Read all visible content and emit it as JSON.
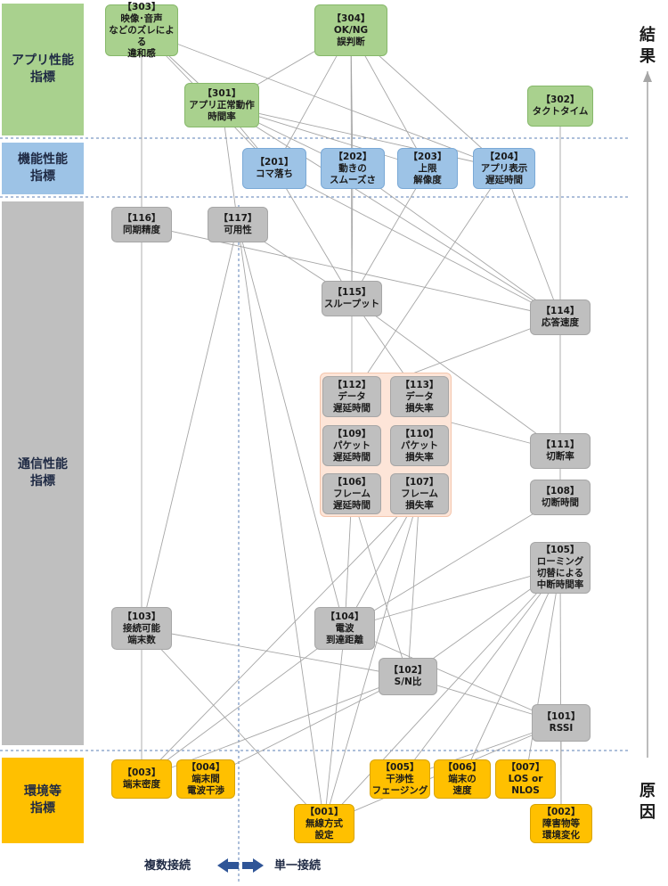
{
  "bands": {
    "app": "アプリ性能\n指標",
    "func": "機能性能\n指標",
    "comm": "通信性能\n指標",
    "env": "環境等\n指標"
  },
  "axis": {
    "top": "結\n果",
    "bottom": "原\n因"
  },
  "legend": {
    "multi": "複数接続",
    "single": "単一接続"
  },
  "nodes": {
    "n303": "【303】\n映像･音声\nなどのズレによる\n違和感",
    "n304": "【304】\nOK/NG\n誤判断",
    "n301": "【301】\nアプリ正常動作\n時間率",
    "n302": "【302】\nタクトタイム",
    "n201": "【201】\nコマ落ち",
    "n202": "【202】\n動きの\nスムーズさ",
    "n203": "【203】\n上限\n解像度",
    "n204": "【204】\nアプリ表示\n遅延時間",
    "n116": "【116】\n同期精度",
    "n117": "【117】\n可用性",
    "n115": "【115】\nスループット",
    "n114": "【114】\n応答速度",
    "n112": "【112】\nデータ\n遅延時間",
    "n113": "【113】\nデータ\n損失率",
    "n109": "【109】\nパケット\n遅延時間",
    "n110": "【110】\nパケット\n損失率",
    "n106": "【106】\nフレーム\n遅延時間",
    "n107": "【107】\nフレーム\n損失率",
    "n111": "【111】\n切断率",
    "n108": "【108】\n切断時間",
    "n105": "【105】\nローミング\n切替による\n中断時間率",
    "n103": "【103】\n接続可能\n端末数",
    "n104": "【104】\n電波\n到達距離",
    "n102": "【102】\nS/N比",
    "n101": "【101】\nRSSI",
    "n003": "【003】\n端末密度",
    "n004": "【004】\n端末間\n電波干渉",
    "n005": "【005】\n干渉性\nフェージング",
    "n006": "【006】\n端末の\n速度",
    "n007": "【007】\nLOS or\nNLOS",
    "n001": "【001】\n無線方式\n設定",
    "n002": "【002】\n障害物等\n環境変化"
  },
  "colors": {
    "app": "#a9d18e",
    "func": "#9dc3e6",
    "comm": "#bfbfbf",
    "env": "#ffc000",
    "group": "#fde5d8",
    "line": "#a6a6a6",
    "arrow": "#2f5597"
  },
  "edges": [
    [
      "n303",
      "n301"
    ],
    [
      "n303",
      "n201"
    ],
    [
      "n303",
      "n116"
    ],
    [
      "n303",
      "n204"
    ],
    [
      "n304",
      "n301"
    ],
    [
      "n304",
      "n201"
    ],
    [
      "n304",
      "n202"
    ],
    [
      "n304",
      "n203"
    ],
    [
      "n304",
      "n204"
    ],
    [
      "n304",
      "n115"
    ],
    [
      "n301",
      "n201"
    ],
    [
      "n301",
      "n202"
    ],
    [
      "n301",
      "n203"
    ],
    [
      "n301",
      "n204"
    ],
    [
      "n301",
      "n117"
    ],
    [
      "n301",
      "n114"
    ],
    [
      "n302",
      "n114"
    ],
    [
      "n201",
      "n115"
    ],
    [
      "n201",
      "n114"
    ],
    [
      "n202",
      "n115"
    ],
    [
      "n202",
      "n114"
    ],
    [
      "n203",
      "n115"
    ],
    [
      "n204",
      "n112"
    ],
    [
      "n204",
      "n114"
    ],
    [
      "n116",
      "n114"
    ],
    [
      "n116",
      "n103"
    ],
    [
      "n117",
      "n115"
    ],
    [
      "n117",
      "n103"
    ],
    [
      "n117",
      "n104"
    ],
    [
      "n117",
      "n001"
    ],
    [
      "n115",
      "n113"
    ],
    [
      "n115",
      "n112"
    ],
    [
      "n115",
      "n111"
    ],
    [
      "n114",
      "n112"
    ],
    [
      "n114",
      "n111"
    ],
    [
      "n112",
      "n111"
    ],
    [
      "n111",
      "n108"
    ],
    [
      "n108",
      "n104"
    ],
    [
      "n105",
      "n104"
    ],
    [
      "n105",
      "n102"
    ],
    [
      "n105",
      "n001"
    ],
    [
      "n105",
      "n002"
    ],
    [
      "n105",
      "n007"
    ],
    [
      "n105",
      "n006"
    ],
    [
      "n105",
      "n005"
    ],
    [
      "n106",
      "n104"
    ],
    [
      "n106",
      "n102"
    ],
    [
      "n107",
      "n104"
    ],
    [
      "n107",
      "n102"
    ],
    [
      "n107",
      "n001"
    ],
    [
      "n107",
      "n003"
    ],
    [
      "n103",
      "n102"
    ],
    [
      "n103",
      "n003"
    ],
    [
      "n103",
      "n001"
    ],
    [
      "n104",
      "n003"
    ],
    [
      "n104",
      "n001"
    ],
    [
      "n104",
      "n101"
    ],
    [
      "n102",
      "n101"
    ],
    [
      "n102",
      "n003"
    ],
    [
      "n102",
      "n004"
    ],
    [
      "n101",
      "n002"
    ],
    [
      "n101",
      "n005"
    ],
    [
      "n101",
      "n001"
    ]
  ]
}
